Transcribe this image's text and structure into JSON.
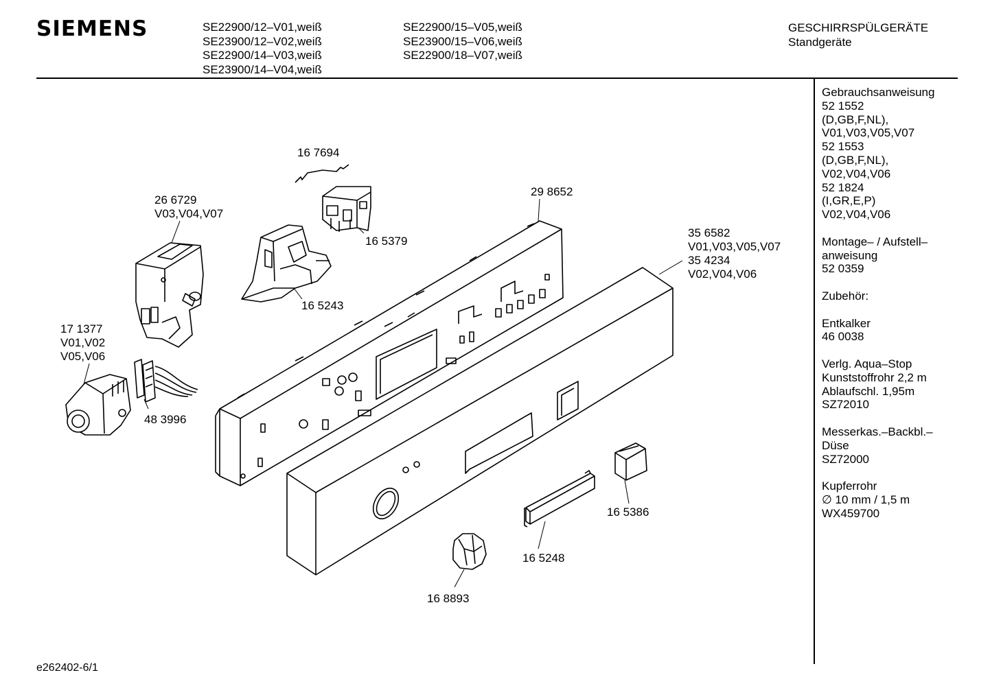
{
  "brand": "SIEMENS",
  "models_col1": [
    "SE22900/12–V01,weiß",
    "SE23900/12–V02,weiß",
    "SE22900/14–V03,weiß",
    "SE23900/14–V04,weiß"
  ],
  "models_col2": [
    "SE22900/15–V05,weiß",
    "SE23900/15–V06,weiß",
    "SE22900/18–V07,weiß"
  ],
  "category": {
    "line1": "GESCHIRRSPÜLGERÄTE",
    "line2": "Standgeräte"
  },
  "sidebar": [
    [
      "Gebrauchsanweisung",
      "52 1552",
      "(D,GB,F,NL),",
      "V01,V03,V05,V07",
      "52 1553",
      "(D,GB,F,NL),",
      "V02,V04,V06",
      "52 1824",
      "(I,GR,E,P)",
      "V02,V04,V06"
    ],
    [
      "Montage– / Aufstell–",
      "anweisung",
      "52 0359"
    ],
    [
      "Zubehör:"
    ],
    [
      "Entkalker",
      "46 0038"
    ],
    [
      "Verlg. Aqua–Stop",
      "Kunststoffrohr 2,2 m",
      "Ablaufschl. 1,95m",
      "SZ72010"
    ],
    [
      "Messerkas.–Backbl.–",
      "Düse",
      "SZ72000"
    ],
    [
      "Kupferrohr",
      "∅ 10 mm / 1,5 m",
      "WX459700"
    ]
  ],
  "part_labels": {
    "p167694": [
      "16 7694"
    ],
    "p266729": [
      "26 6729",
      "V03,V04,V07"
    ],
    "p298652": [
      "29 8652"
    ],
    "p165379": [
      "16 5379"
    ],
    "p356582": [
      "35 6582",
      "V01,V03,V05,V07",
      "35 4234",
      "V02,V04,V06"
    ],
    "p165243": [
      "16 5243"
    ],
    "p171377": [
      "17 1377",
      "V01,V02",
      "V05,V06"
    ],
    "p483996": [
      "48 3996"
    ],
    "p165386": [
      "16 5386"
    ],
    "p165248": [
      "16 5248"
    ],
    "p168893": [
      "16 8893"
    ]
  },
  "footer": "e262402-6/1"
}
